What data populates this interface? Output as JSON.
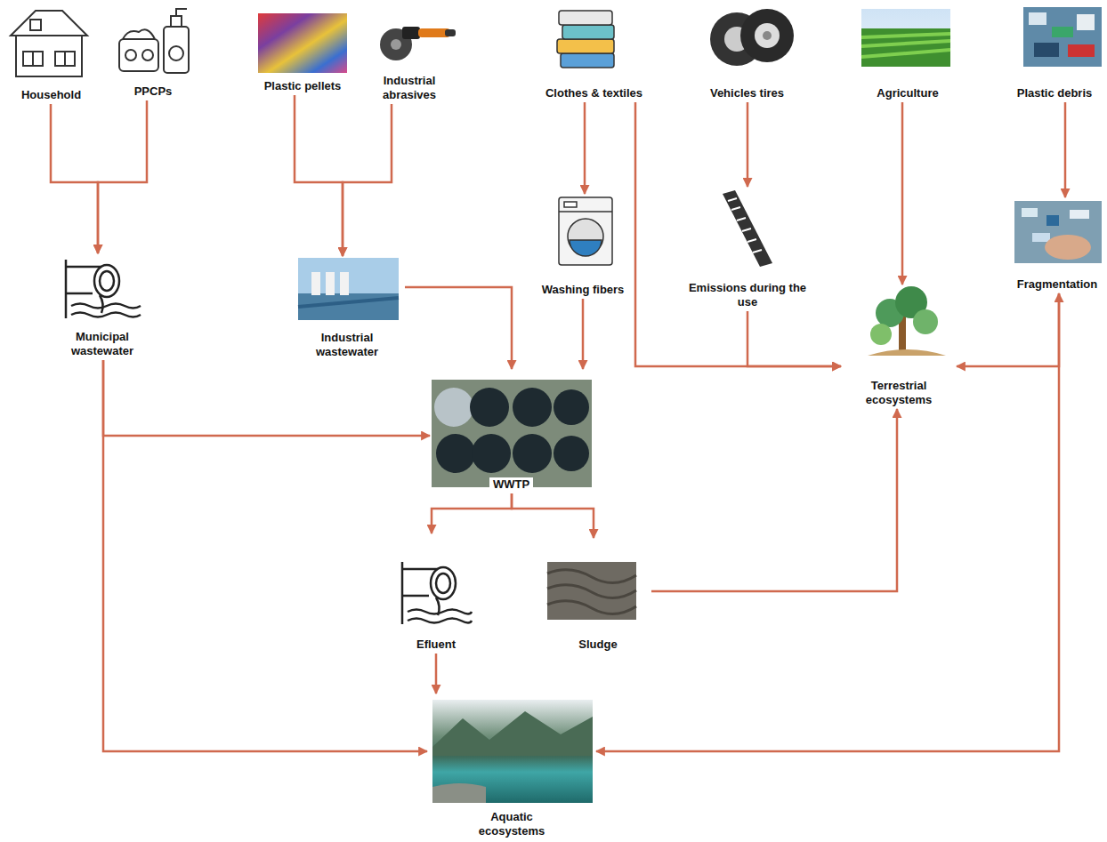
{
  "diagram": {
    "nodes": [
      {
        "text": [
          "Household"
        ]
      },
      {
        "text": [
          "PPCPs"
        ]
      },
      {
        "text": [
          "Plastic pellets"
        ]
      },
      {
        "text": [
          "Industrial abrasives"
        ]
      },
      {
        "text": [
          "Clothes & textiles"
        ]
      },
      {
        "text": [
          "Vehicles tires"
        ]
      },
      {
        "text": [
          "Agriculture"
        ]
      },
      {
        "text": [
          "Plastic debris"
        ]
      },
      {
        "text": [
          "Municipal wastewater"
        ]
      },
      {
        "text": [
          "Industrial wastewater"
        ]
      },
      {
        "text": [
          "Washing fibers"
        ]
      },
      {
        "text": [
          "Emissions during the use"
        ]
      },
      {
        "text": [
          "Fragmentation"
        ]
      },
      {
        "text": [
          "Terrestrial ecosystems"
        ]
      },
      {
        "text": [
          "WWTP"
        ]
      },
      {
        "text": [
          "Efluent"
        ]
      },
      {
        "text": [
          "Sludge"
        ]
      },
      {
        "text": [
          "Aquatic ecosystems"
        ]
      }
    ],
    "edges": [
      {
        "from": 0,
        "to": 8,
        "arrow": "to"
      },
      {
        "from": 1,
        "to": 8,
        "arrow": "to"
      },
      {
        "from": 2,
        "to": 9,
        "arrow": "to"
      },
      {
        "from": 3,
        "to": 9,
        "arrow": "to"
      },
      {
        "from": 4,
        "to": 10,
        "arrow": "to"
      },
      {
        "from": 4,
        "to": 13,
        "arrow": "to"
      },
      {
        "from": 5,
        "to": 11,
        "arrow": "to"
      },
      {
        "from": 11,
        "to": 13,
        "arrow": "to"
      },
      {
        "from": 6,
        "to": 13,
        "arrow": "to"
      },
      {
        "from": 7,
        "to": 12,
        "arrow": "to"
      },
      {
        "from": 12,
        "to": 13,
        "arrow": "both"
      },
      {
        "from": 12,
        "to": 17,
        "arrow": "to"
      },
      {
        "from": 8,
        "to": 14,
        "arrow": "to"
      },
      {
        "from": 8,
        "to": 17,
        "arrow": "to"
      },
      {
        "from": 9,
        "to": 14,
        "arrow": "to"
      },
      {
        "from": 10,
        "to": 14,
        "arrow": "to"
      },
      {
        "from": 14,
        "to": 15,
        "arrow": "to"
      },
      {
        "from": 14,
        "to": 16,
        "arrow": "to"
      },
      {
        "from": 16,
        "to": 13,
        "arrow": "to"
      },
      {
        "from": 15,
        "to": 17,
        "arrow": "to"
      }
    ]
  }
}
